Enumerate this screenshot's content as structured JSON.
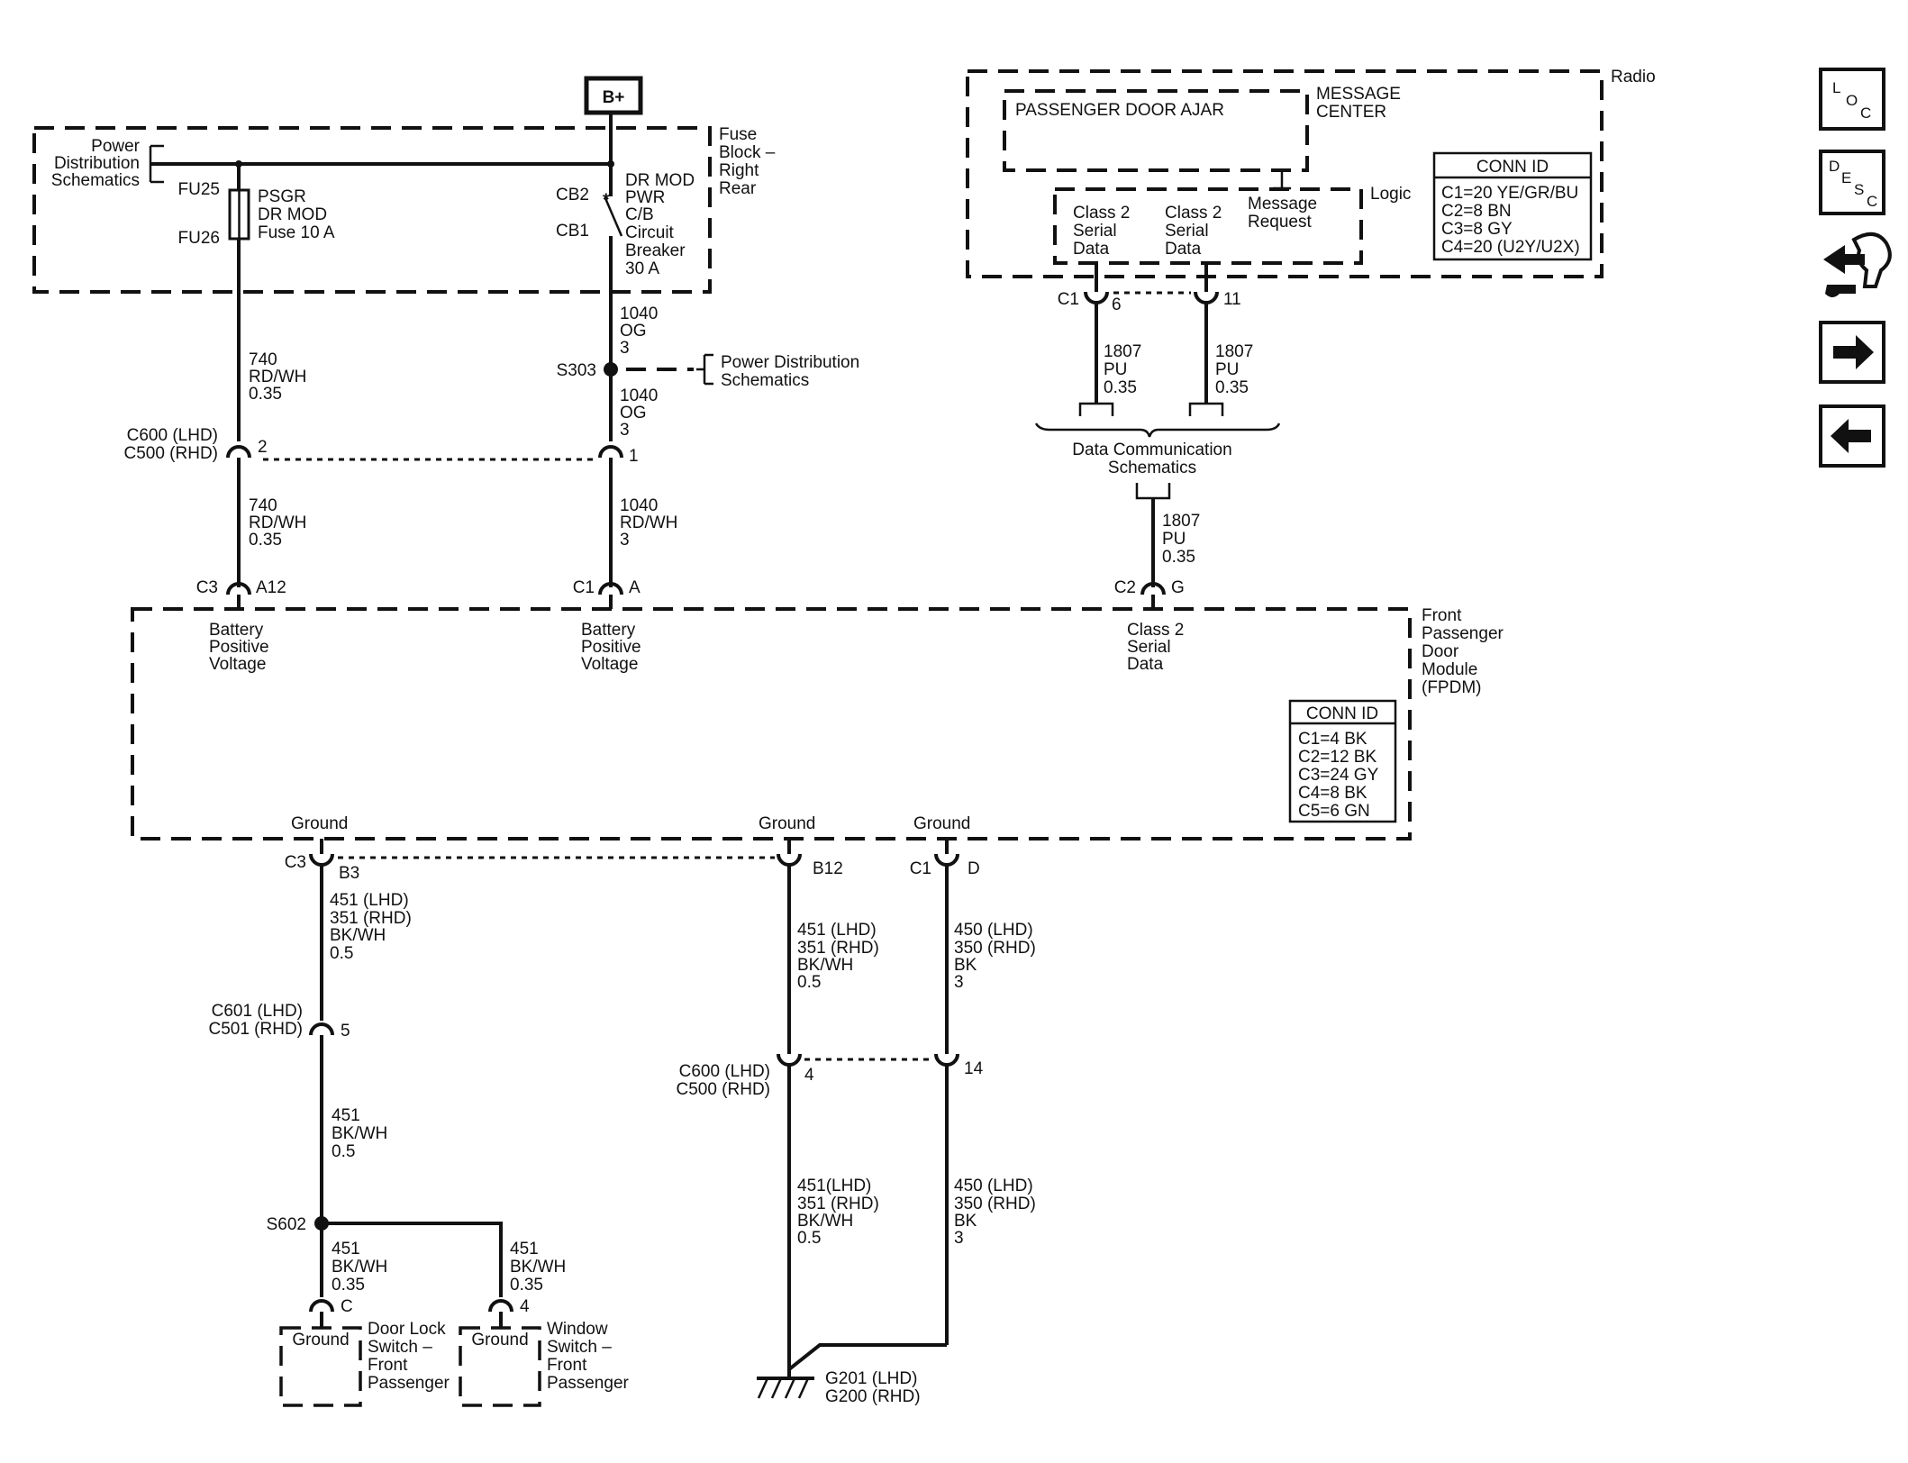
{
  "top": {
    "bplus": "B+",
    "pwr_dist_left": [
      "Power",
      "Distribution",
      "Schematics"
    ],
    "fuse_block": [
      "Fuse",
      "Block –",
      "Right",
      "Rear"
    ],
    "fu25": "FU25",
    "fu26": "FU26",
    "psgr_fuse": [
      "PSGR",
      "DR MOD",
      "Fuse 10 A"
    ],
    "cb2": "CB2",
    "cb1": "CB1",
    "dr_mod_cb": [
      "DR MOD",
      "PWR",
      "C/B",
      "Circuit",
      "Breaker",
      "30 A"
    ],
    "s303": "S303",
    "pwr_dist_right": [
      "Power Distribution",
      "Schematics"
    ]
  },
  "wires": {
    "w740a": [
      "740",
      "RD/WH",
      "0.35"
    ],
    "w740b": [
      "740",
      "RD/WH",
      "0.35"
    ],
    "w1040a": [
      "1040",
      "OG",
      "3"
    ],
    "w1040b": [
      "1040",
      "OG",
      "3"
    ],
    "w1040c": [
      "1040",
      "RD/WH",
      "3"
    ],
    "w1807a": [
      "1807",
      "PU",
      "0.35"
    ],
    "w1807b": [
      "1807",
      "PU",
      "0.35"
    ],
    "w1807c": [
      "1807",
      "PU",
      "0.35"
    ],
    "w451a": [
      "451 (LHD)",
      "351 (RHD)",
      "BK/WH",
      "0.5"
    ],
    "w451b": [
      "451",
      "BK/WH",
      "0.5"
    ],
    "w451c": [
      "451",
      "BK/WH",
      "0.35"
    ],
    "w451d": [
      "451",
      "BK/WH",
      "0.35"
    ],
    "w451e": [
      "451 (LHD)",
      "351 (RHD)",
      "BK/WH",
      "0.5"
    ],
    "w450a": [
      "450 (LHD)",
      "350 (RHD)",
      "BK",
      "3"
    ],
    "w451f": [
      "451(LHD)",
      "351 (RHD)",
      "BK/WH",
      "0.5"
    ],
    "w450b": [
      "450 (LHD)",
      "350 (RHD)",
      "BK",
      "3"
    ]
  },
  "connectors": {
    "c600_top": [
      "C600 (LHD)",
      "C500 (RHD)"
    ],
    "c600_top_pin2": "2",
    "c600_top_pin1": "1",
    "c3_a12": [
      "C3",
      "A12"
    ],
    "c1_a": [
      "C1",
      "A"
    ],
    "c2_g": [
      "C2",
      "G"
    ],
    "c1_6": [
      "C1",
      "6"
    ],
    "pin11": "11",
    "c3_b3": [
      "C3",
      "B3"
    ],
    "b12": "B12",
    "c1_d": [
      "C1",
      "D"
    ],
    "c601": [
      "C601 (LHD)",
      "C501 (RHD)"
    ],
    "c601_pin": "5",
    "c600_bot": [
      "C600 (LHD)",
      "C500 (RHD)"
    ],
    "c600_bot_pin4": "4",
    "c600_bot_pin14": "14",
    "s602": "S602",
    "pin_c": "C",
    "pin_4": "4"
  },
  "radio": {
    "label": "Radio",
    "door_ajar": "PASSENGER DOOR AJAR",
    "message_center": [
      "MESSAGE",
      "CENTER"
    ],
    "logic": "Logic",
    "class2_a": [
      "Class 2",
      "Serial",
      "Data"
    ],
    "class2_b": [
      "Class 2",
      "Serial",
      "Data"
    ],
    "msg_request": [
      "Message",
      "Request"
    ],
    "conn_title": "CONN ID",
    "conn": [
      "C1=20 YE/GR/BU",
      "C2=8 BN",
      "C3=8 GY",
      "C4=20 (U2Y/U2X)"
    ]
  },
  "data_comm": [
    "Data Communication",
    "Schematics"
  ],
  "module": {
    "name": [
      "Front",
      "Passenger",
      "Door",
      "Module",
      "(FPDM)"
    ],
    "bpv1": [
      "Battery",
      "Positive",
      "Voltage"
    ],
    "bpv2": [
      "Battery",
      "Positive",
      "Voltage"
    ],
    "class2": [
      "Class 2",
      "Serial",
      "Data"
    ],
    "ground1": "Ground",
    "ground2": "Ground",
    "ground3": "Ground",
    "conn_title": "CONN ID",
    "conn": [
      "C1=4 BK",
      "C2=12 BK",
      "C3=24 GY",
      "C4=8 BK",
      "C5=6 GN"
    ]
  },
  "switches": {
    "door_lock": [
      "Door Lock",
      "Switch –",
      "Front",
      "Passenger"
    ],
    "door_lock_ground": "Ground",
    "window": [
      "Window",
      "Switch –",
      "Front",
      "Passenger"
    ],
    "window_ground": "Ground"
  },
  "ground_ref": [
    "G201 (LHD)",
    "G200 (RHD)"
  ],
  "nav": {
    "loc_icon": [
      "L",
      "O",
      "C"
    ],
    "desc_icon": [
      "D",
      "E",
      "S",
      "C"
    ]
  }
}
